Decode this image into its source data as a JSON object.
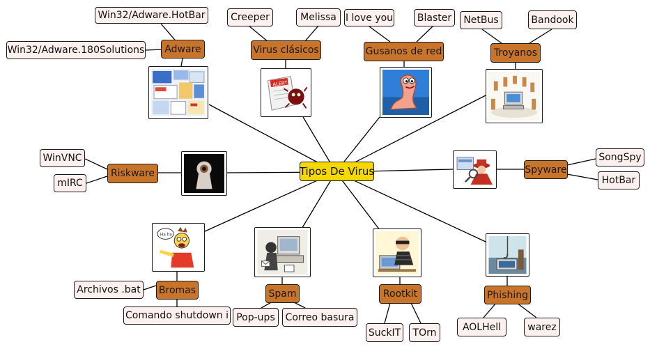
{
  "root": "Tipos De Virus",
  "categories": {
    "adware": "Adware",
    "virus_clasicos": "Virus clásicos",
    "gusanos": "Gusanos de red",
    "troyanos": "Troyanos",
    "spyware": "Spyware",
    "riskware": "Riskware",
    "bromas": "Bromas",
    "spam": "Spam",
    "rootkit": "Rootkit",
    "phishing": "Phishing"
  },
  "leaves": {
    "hotbar_adware": "Win32/Adware.HotBar",
    "solutions_adware": "Win32/Adware.180Solutions",
    "creeper": "Creeper",
    "melissa": "Melissa",
    "iloveyou": "I love you",
    "blaster": "Blaster",
    "netbus": "NetBus",
    "bandook": "Bandook",
    "songspy": "SongSpy",
    "hotbar": "HotBar",
    "winvnc": "WinVNC",
    "mirc": "mIRC",
    "archivos_bat": "Archivos .bat",
    "shutdown": "Comando shutdown i",
    "popups": "Pop-ups",
    "correo_basura": "Correo basura",
    "suckit": "SuckIT",
    "torn": "TOrn",
    "aolhell": "AOLHell",
    "warez": "warez"
  },
  "colors": {
    "root": "#f5d800",
    "category": "#c8742a",
    "leaf": "#fdf1f0",
    "line": "#000000"
  },
  "images": {
    "adware": "adware-collage-icon",
    "virus_clasicos": "alert-bug-icon",
    "gusanos": "worm-icon",
    "troyanos": "trojan-horses-icon",
    "spyware": "spy-icon",
    "riskware": "keyhole-eye-icon",
    "bromas": "cartoon-kid-icon",
    "spam": "spam-mail-icon",
    "rootkit": "hacker-icon",
    "phishing": "fishing-hook-icon"
  }
}
